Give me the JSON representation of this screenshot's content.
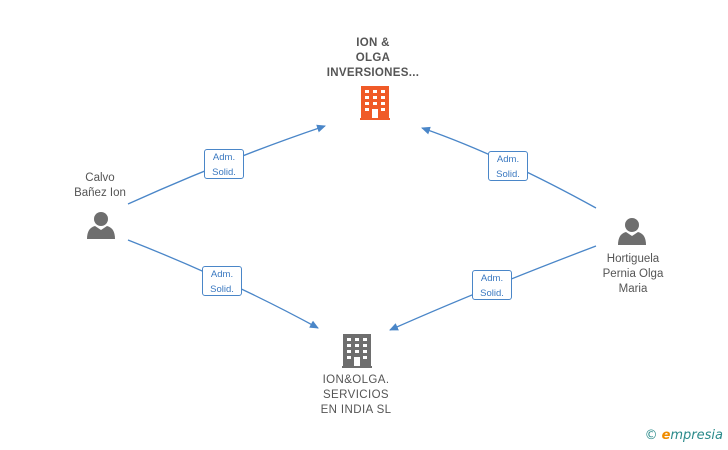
{
  "nodes": {
    "company_top": {
      "label": "ION &\nOLGA\nINVERSIONES...",
      "color": "#f05a28"
    },
    "company_bottom": {
      "label": "ION&OLGA.\nSERVICIOS\nEN INDIA  SL",
      "color": "#6e6e6e"
    },
    "person_left": {
      "label": "Calvo\nBañez Ion"
    },
    "person_right": {
      "label": "Hortiguela\nPernia Olga\nMaria"
    }
  },
  "edges": [
    {
      "from": "person_left",
      "to": "company_top",
      "line1": "Adm.",
      "line2": "Solid."
    },
    {
      "from": "person_left",
      "to": "company_bottom",
      "line1": "Adm.",
      "line2": "Solid."
    },
    {
      "from": "person_right",
      "to": "company_top",
      "line1": "Adm.",
      "line2": "Solid."
    },
    {
      "from": "person_right",
      "to": "company_bottom",
      "line1": "Adm.",
      "line2": "Solid."
    }
  ],
  "colors": {
    "edge": "#4a86c8",
    "person": "#6e6e6e"
  },
  "brand": {
    "copyright": "©",
    "initial": "e",
    "rest": "mpresia"
  }
}
